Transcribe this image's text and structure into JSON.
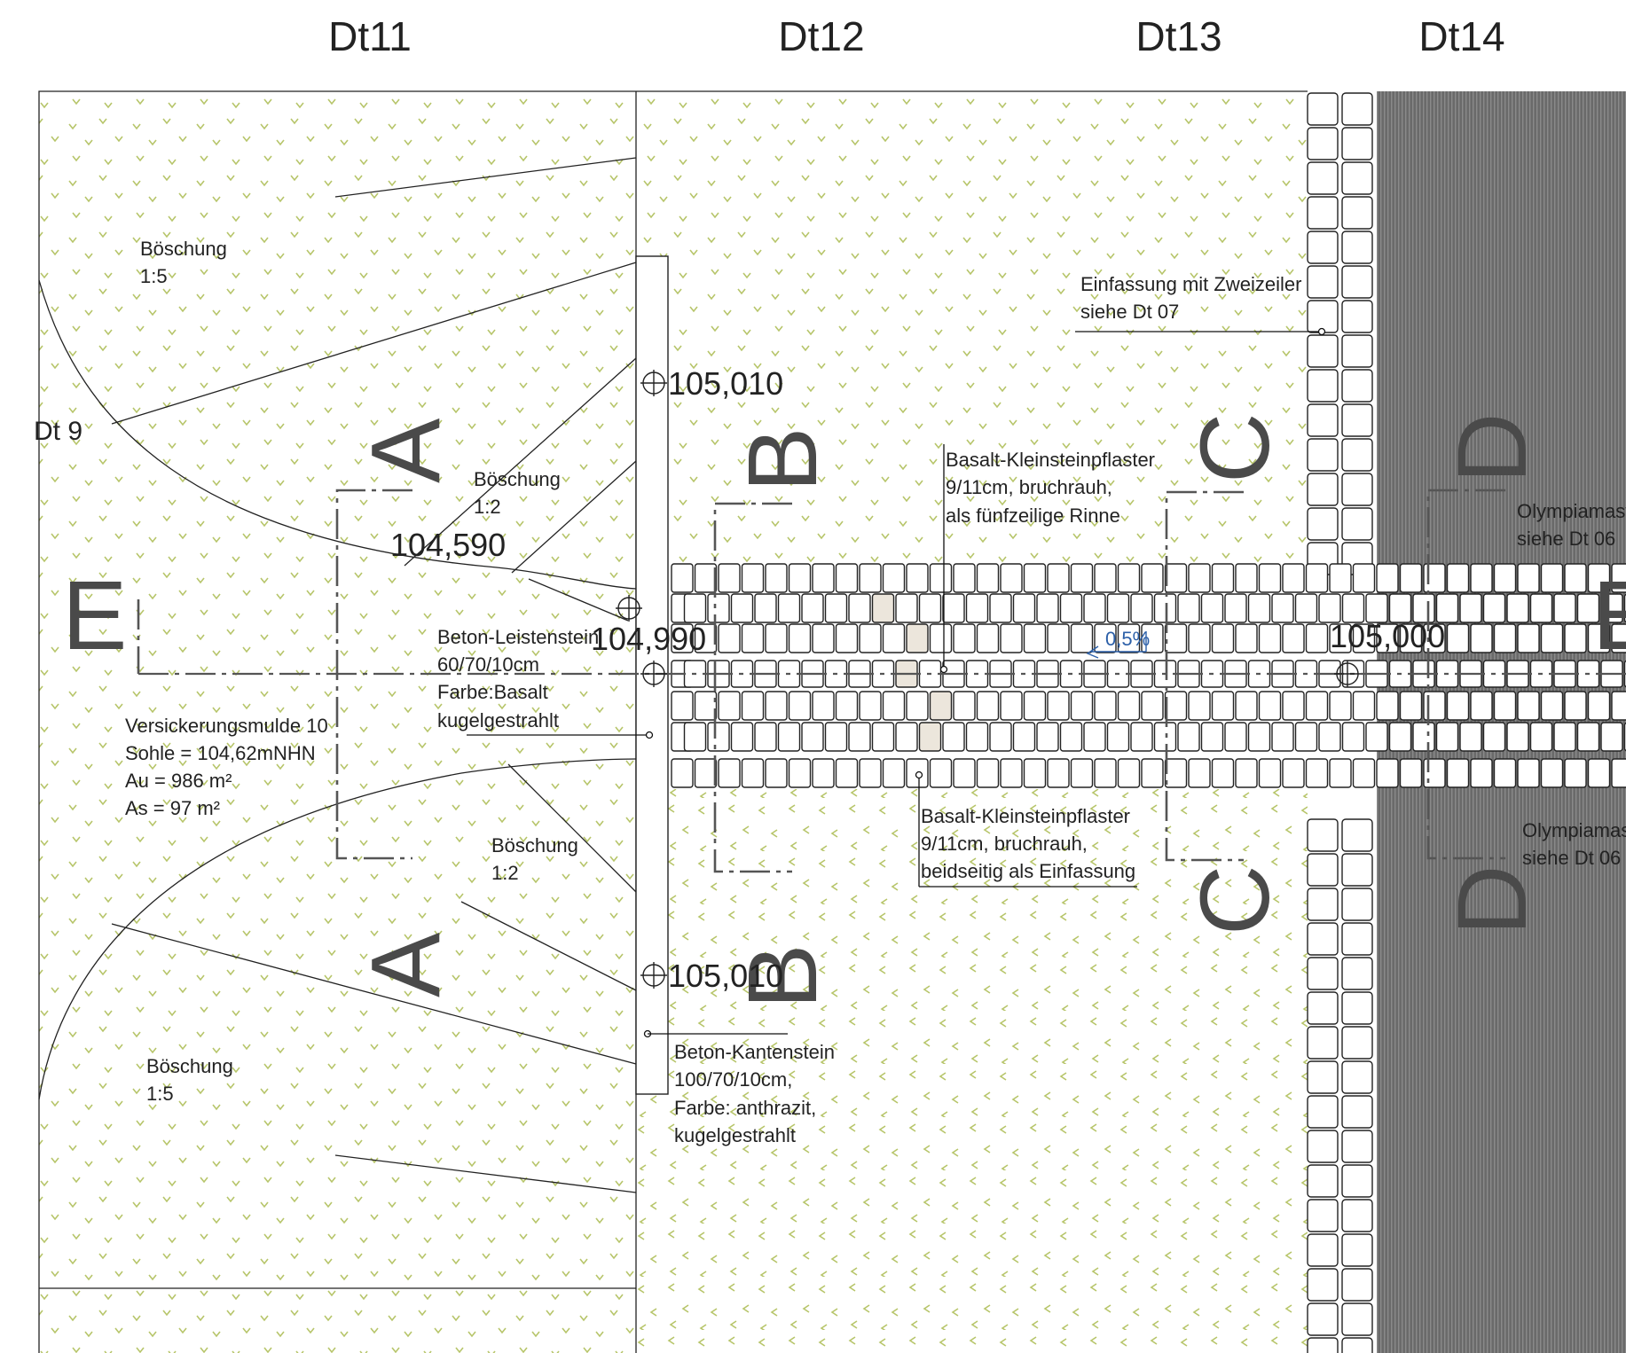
{
  "headers": {
    "dt11": "Dt11",
    "dt12": "Dt12",
    "dt13": "Dt13",
    "dt14": "Dt14",
    "dt9": "Dt 9"
  },
  "slopes": {
    "top_left": {
      "title": "Böschung",
      "ratio": "1:5"
    },
    "center_top": {
      "title": "Böschung",
      "ratio": "1:2"
    },
    "center_bottom": {
      "title": "Böschung",
      "ratio": "1:2"
    },
    "bottom_left": {
      "title": "Böschung",
      "ratio": "1:5"
    }
  },
  "elevations": {
    "top": "105,010",
    "left": "104,590",
    "center": "104,990",
    "right": "105,000",
    "bottom": "105,010"
  },
  "gradient": "0,5%",
  "section_labels": {
    "a": "A",
    "b": "B",
    "c": "C",
    "d": "D",
    "e": "E"
  },
  "notes": {
    "einfassung": [
      "Einfassung mit Zweizeiler",
      "siehe Dt 07"
    ],
    "rinne": [
      "Basalt-Kleinsteinpflaster",
      "9/11cm, bruchrauh,",
      "als fünfzeilige Rinne"
    ],
    "leistenstein": [
      "Beton-Leistenstein",
      "60/70/10cm",
      "Farbe:Basalt",
      "kugelgestrahlt"
    ],
    "mulde": [
      "Versickerungsmulde 10",
      "Sohle = 104,62mNHN",
      "Au = 986 m²",
      "As = 97 m²"
    ],
    "einfassung_pflaster": [
      "Basalt-Kleinsteinpflaster",
      "9/11cm, bruchrauh,",
      "beidseitig als Einfassung"
    ],
    "kantenstein": [
      "Beton-Kantenstein",
      "100/70/10cm,",
      "Farbe: anthrazit,",
      "kugelgestrahlt"
    ],
    "olympiamast_top": [
      "Olympiamast",
      "siehe Dt 06"
    ],
    "olympiamast_bottom": [
      "Olympiamast",
      "siehe Dt 06"
    ]
  },
  "colors": {
    "grass_symbol": "#b7c56a",
    "paving_dark": "#6e6e6e",
    "highlight_stone": "#ece6dc",
    "gradient_blue": "#2b5fa8"
  }
}
